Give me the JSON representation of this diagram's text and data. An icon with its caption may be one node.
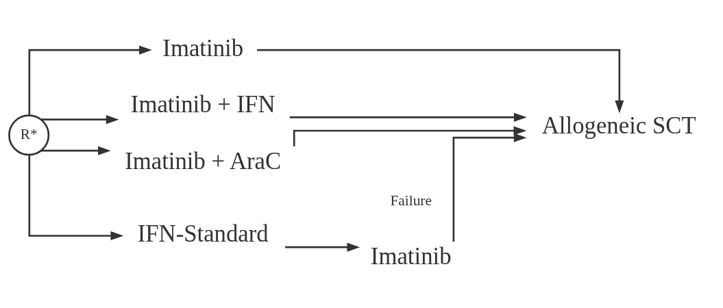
{
  "diagram": {
    "nodes": [
      {
        "text": [
          "R*"
        ]
      },
      {
        "text": [
          "Imatinib"
        ]
      },
      {
        "text": [
          "Imatinib + IFN"
        ]
      },
      {
        "text": [
          "Imatinib + AraC"
        ]
      },
      {
        "text": [
          "IFN-Standard"
        ]
      },
      {
        "text": [
          "Allogeneic SCT"
        ]
      },
      {
        "text": [
          "Imatinib"
        ]
      }
    ],
    "edges": [
      {
        "from": 0,
        "to": 1,
        "arrow": "to"
      },
      {
        "from": 0,
        "to": 2,
        "arrow": "to"
      },
      {
        "from": 0,
        "to": 3,
        "arrow": "to"
      },
      {
        "from": 0,
        "to": 4,
        "arrow": "to"
      },
      {
        "from": 1,
        "to": 5,
        "arrow": "to"
      },
      {
        "from": 2,
        "to": 5,
        "arrow": "to"
      },
      {
        "from": 3,
        "to": 5,
        "arrow": "to"
      },
      {
        "from": 4,
        "to": 6,
        "arrow": "to"
      },
      {
        "from": 6,
        "to": 5,
        "arrow": "to"
      }
    ],
    "labels": [
      "Failure"
    ]
  }
}
